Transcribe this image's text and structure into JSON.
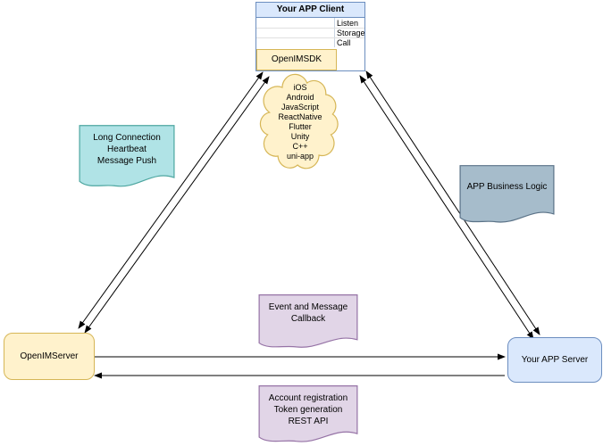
{
  "client_box": {
    "title": "Your APP Client",
    "rows": [
      "Listen",
      "Storage",
      "Call"
    ],
    "sdk_label": "OpenIMSDK"
  },
  "cloud": {
    "platforms": [
      "iOS",
      "Android",
      "JavaScript",
      "ReactNative",
      "Flutter",
      "Unity",
      "C++",
      "uni-app"
    ]
  },
  "notes": {
    "long_connection": {
      "lines": [
        "Long Connection",
        "Heartbeat",
        "Message Push"
      ]
    },
    "app_business_logic": {
      "lines": [
        "APP Business Logic"
      ]
    },
    "event_callback": {
      "lines": [
        "Event and Message",
        "Callback"
      ]
    },
    "account_api": {
      "lines": [
        "Account registration",
        "Token generation",
        "REST API"
      ]
    }
  },
  "nodes": {
    "openim_server": "OpenIMServer",
    "app_server": "Your APP Server"
  },
  "colors": {
    "blue_fill": "#dae8fc",
    "blue_stroke": "#6c8ebf",
    "yellow_fill": "#fff2cc",
    "yellow_stroke": "#d6b656",
    "teal_fill": "#b0e3e6",
    "teal_stroke": "#4da6a0",
    "slate_fill": "#a6bccb",
    "slate_stroke": "#5a7287",
    "purple_fill": "#e1d5e7",
    "purple_stroke": "#9673a6",
    "arrow": "#000000"
  }
}
